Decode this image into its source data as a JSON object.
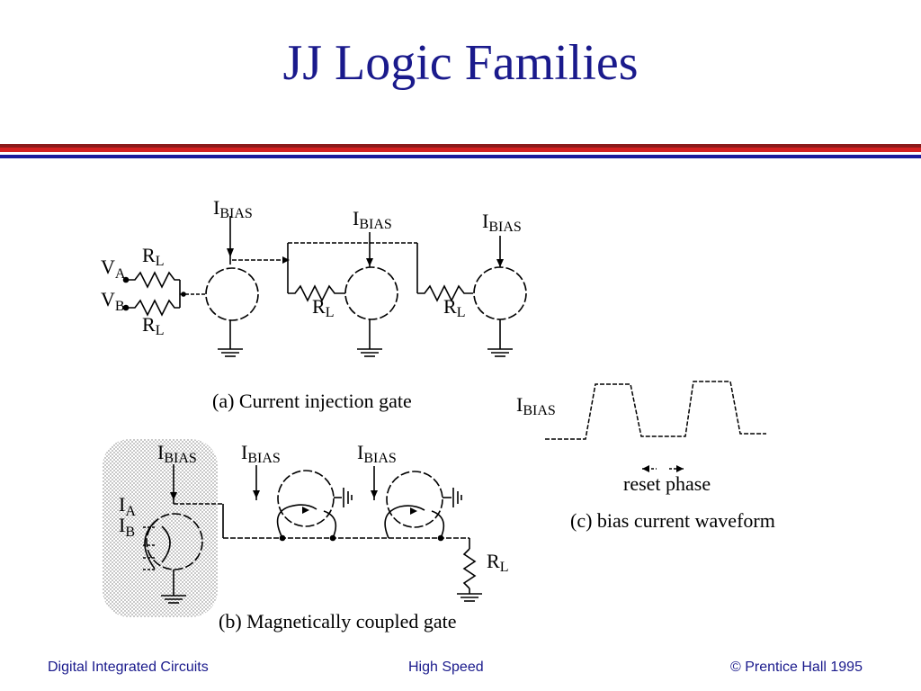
{
  "slide": {
    "title": "JJ Logic Families",
    "colors": {
      "title": "#1a1a8c",
      "bar_dark": "#8b1a1a",
      "bar_red": "#d42020",
      "bar_blue": "#1a1a9c"
    }
  },
  "diagram": {
    "ibias": "I",
    "ibias_sub": "BIAS",
    "r": "R",
    "r_sub": "L",
    "va": "V",
    "va_sub": "A",
    "vb": "V",
    "vb_sub": "B",
    "ia": "I",
    "ia_sub": "A",
    "ib": "I",
    "ib_sub": "B",
    "caption_a": "(a) Current injection gate",
    "caption_b": "(b) Magnetically coupled gate",
    "caption_c": "(c) bias current waveform",
    "reset_phase": "reset phase"
  },
  "footer": {
    "left": "Digital Integrated Circuits",
    "center": "High Speed",
    "right": "© Prentice Hall 1995"
  }
}
